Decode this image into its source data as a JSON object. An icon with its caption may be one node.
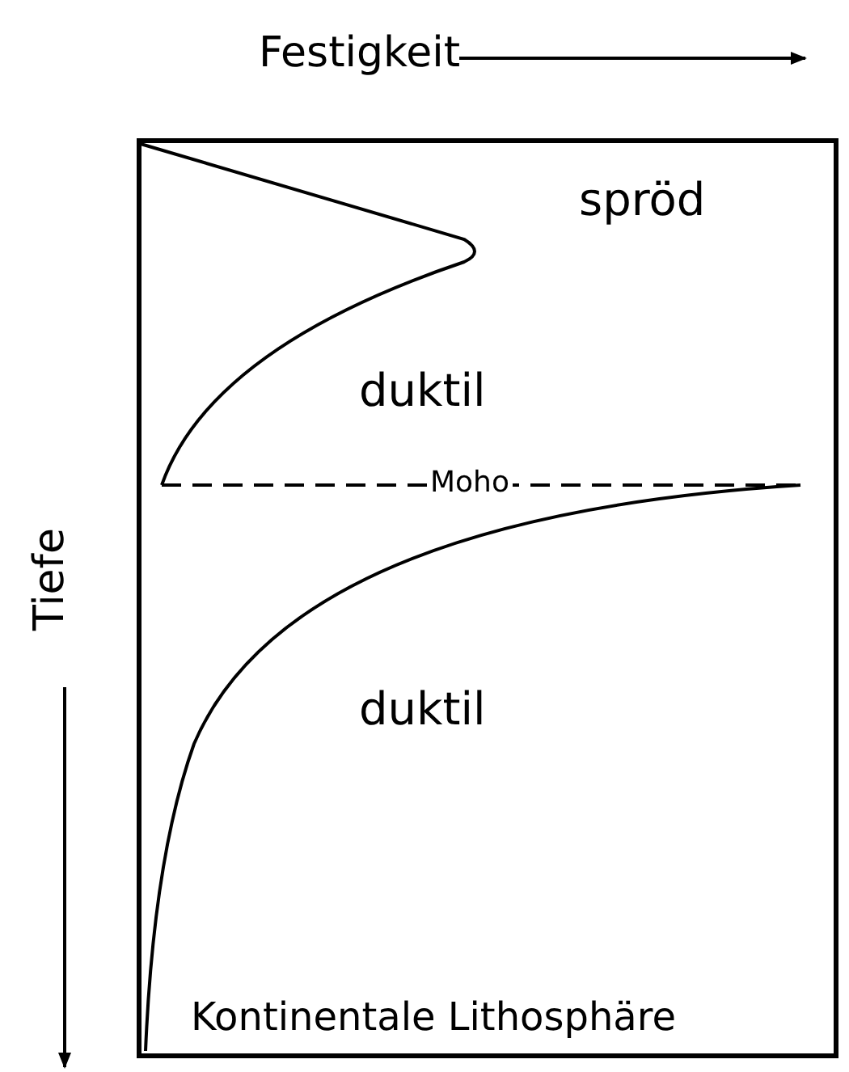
{
  "diagram": {
    "labels": [
      "Festigkeit",
      "spröd",
      "duktil",
      "Moho",
      "Tiefe",
      "duktil",
      "Kontinentale Lithosphäre"
    ]
  }
}
